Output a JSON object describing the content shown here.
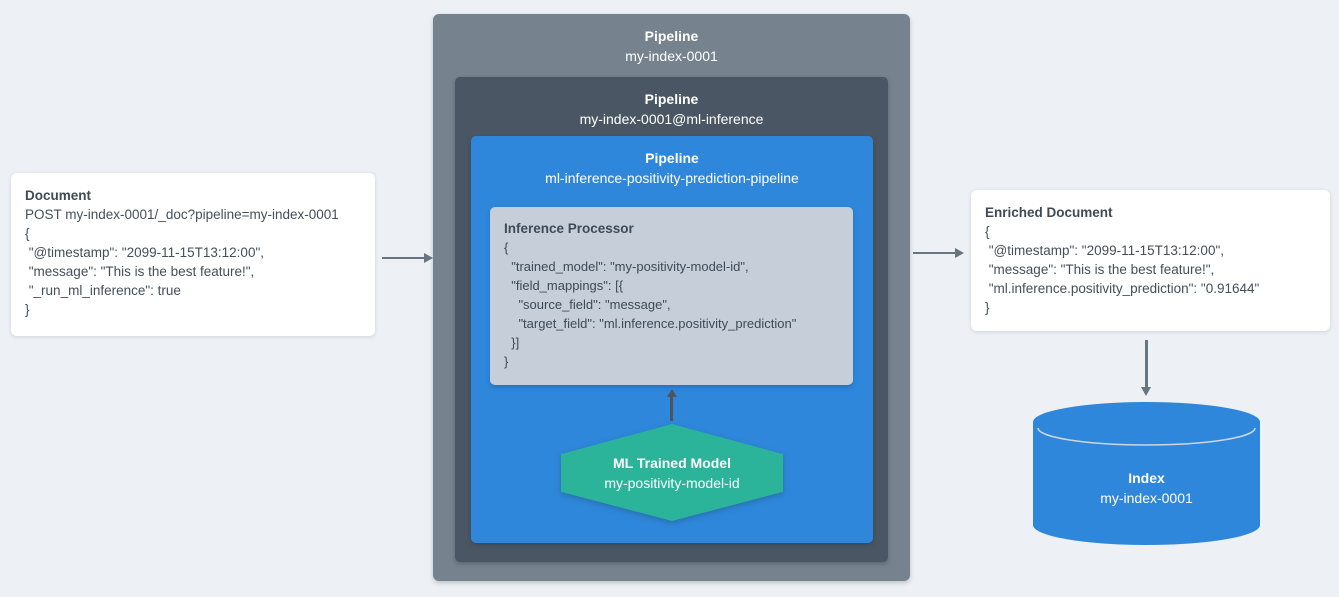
{
  "document_card": {
    "title": "Document",
    "lines": [
      "POST my-index-0001/_doc?pipeline=my-index-0001",
      "{",
      " \"@timestamp\": \"2099-11-15T13:12:00\",",
      " \"message\": \"This is the best feature!\",",
      " \"_run_ml_inference\": true",
      "}"
    ]
  },
  "outer_pipeline": {
    "label": "Pipeline",
    "name": "my-index-0001"
  },
  "ml_inference_pipeline": {
    "label": "Pipeline",
    "name": "my-index-0001@ml-inference"
  },
  "prediction_pipeline": {
    "label": "Pipeline",
    "name": "ml-inference-positivity-prediction-pipeline"
  },
  "inference_processor": {
    "title": "Inference Processor",
    "lines": [
      "{",
      "  \"trained_model\": \"my-positivity-model-id\",",
      "  \"field_mappings\": [{",
      "    \"source_field\": \"message\",",
      "    \"target_field\": \"ml.inference.positivity_prediction\"",
      "  }]",
      "}"
    ]
  },
  "ml_trained_model": {
    "label": "ML Trained Model",
    "name": "my-positivity-model-id"
  },
  "enriched_document_card": {
    "title": "Enriched Document",
    "lines": [
      "{",
      " \"@timestamp\": \"2099-11-15T13:12:00\",",
      " \"message\": \"This is the best feature!\",",
      " \"ml.inference.positivity_prediction\": \"0.91644\"",
      "}"
    ]
  },
  "index_store": {
    "label": "Index",
    "name": "my-index-0001"
  },
  "colors": {
    "background": "#edf1f6",
    "outer_pipeline_gray": "#76838f",
    "inner_pipeline_slate": "#4a5663",
    "pipeline_blue": "#2e87db",
    "processor_panel_gray": "#c6cfd9",
    "model_green": "#2bb49a",
    "card_white": "#ffffff",
    "text_dark_slate": "#3e4a55",
    "arrow_gray": "#68747f"
  }
}
